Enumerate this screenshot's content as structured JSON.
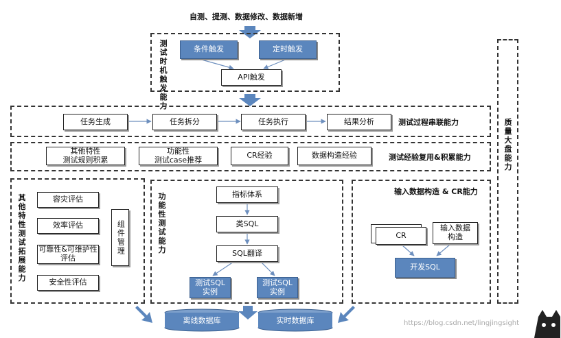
{
  "top_title": "自测、提测、数据修改、数据新增",
  "trigger": {
    "label": "测试时机触发能力",
    "condition": "条件触发",
    "timed": "定时触发",
    "api": "API触发"
  },
  "process": {
    "label": "测试过程串联能力",
    "steps": [
      "任务生成",
      "任务拆分",
      "任务执行",
      "结果分析"
    ]
  },
  "experience": {
    "label": "测试经验复用&积累能力",
    "items": [
      {
        "line1": "其他特性",
        "line2": "测试规则积累"
      },
      {
        "line1": "功能性",
        "line2": "测试case推荐"
      },
      {
        "line1": "CR经验",
        "line2": ""
      },
      {
        "line1": "数据构造经验",
        "line2": ""
      }
    ]
  },
  "other": {
    "label": "其他特性测试拓展能力",
    "items": [
      "容灾评估",
      "效率评估",
      "可靠性&可维护性评估",
      "安全性评估"
    ],
    "component": "组件管理"
  },
  "functional": {
    "label": "功能性测试能力",
    "indicator": "指标体系",
    "class_sql": "类SQL",
    "sql_translate": "SQL翻译",
    "instance": "测试SQL实例"
  },
  "input": {
    "label": "输入数据构造 & CR能力",
    "cr": "CR",
    "input_construct": "输入数据构造",
    "dev_sql": "开发SQL"
  },
  "quality": {
    "label": "质量大盘能力"
  },
  "databases": [
    "离线数据库",
    "实时数据库"
  ],
  "watermark": "https://blog.csdn.net/lingjingsight",
  "colors": {
    "blue_box": "#5b86bd",
    "arrow": "#5b86bd"
  }
}
